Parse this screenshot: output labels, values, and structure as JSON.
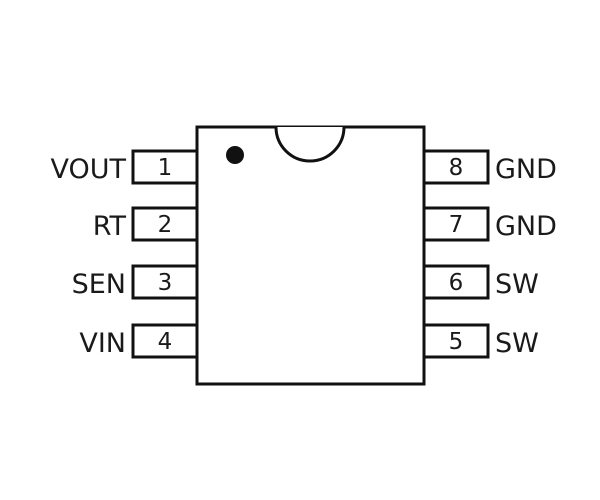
{
  "package": {
    "left_pins": [
      {
        "number": "1",
        "name": "VOUT"
      },
      {
        "number": "2",
        "name": "RT"
      },
      {
        "number": "3",
        "name": "SEN"
      },
      {
        "number": "4",
        "name": "VIN"
      }
    ],
    "right_pins": [
      {
        "number": "8",
        "name": "GND"
      },
      {
        "number": "7",
        "name": "GND"
      },
      {
        "number": "6",
        "name": "SW"
      },
      {
        "number": "5",
        "name": "SW"
      }
    ]
  }
}
